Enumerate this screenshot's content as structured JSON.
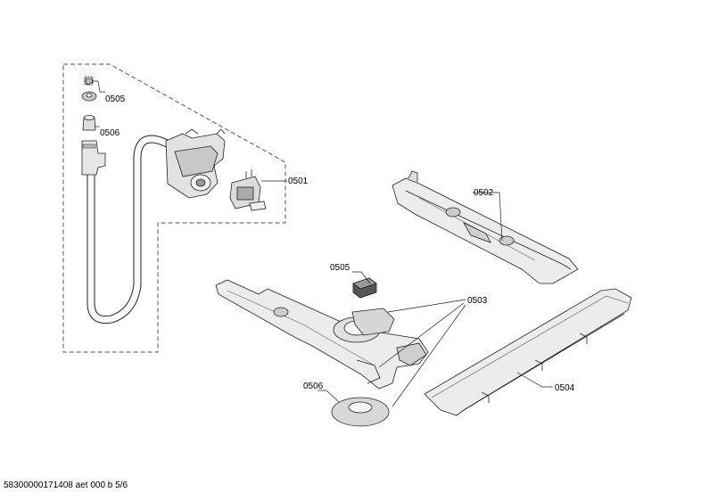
{
  "labels": {
    "p0505_top": "0505",
    "p0506_top": "0506",
    "p0501": "0501",
    "p0502": "0502",
    "p0505_mid": "0505",
    "p0503": "0503",
    "p0506_bottom": "0506",
    "p0504": "0504"
  },
  "footer": "58300000171408 aet 000 b 5/6"
}
